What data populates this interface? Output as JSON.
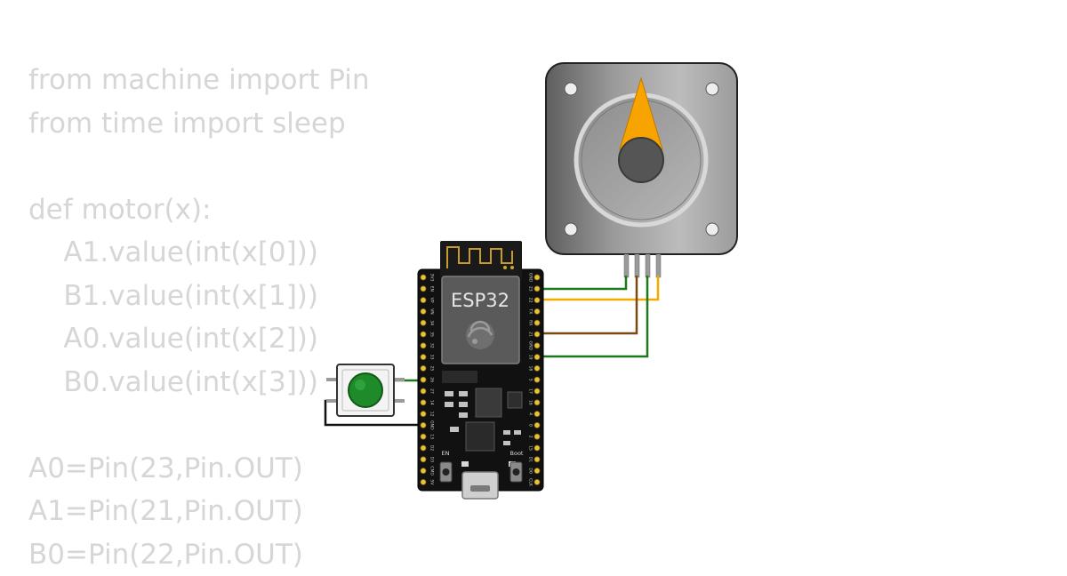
{
  "code_lines": [
    "from machine import Pin",
    "from time import sleep",
    "",
    "def motor(x):",
    "    A1.value(int(x[0]))",
    "    B1.value(int(x[1]))",
    "    A0.value(int(x[2]))",
    "    B0.value(int(x[3]))",
    "",
    "A0=Pin(23,Pin.OUT)",
    "A1=Pin(21,Pin.OUT)",
    "B0=Pin(22,Pin.OUT)"
  ],
  "board": {
    "label": "ESP32",
    "en_label": "EN",
    "boot_label": "Boot",
    "left_pins": [
      "3V3",
      "EN",
      "VP",
      "VN",
      "34",
      "35",
      "32",
      "33",
      "25",
      "26",
      "27",
      "14",
      "12",
      "GND",
      "13",
      "D2",
      "D3",
      "CMD",
      "5V"
    ],
    "right_pins": [
      "GND",
      "23",
      "22",
      "TX",
      "RX",
      "21",
      "GND",
      "19",
      "18",
      "5",
      "17",
      "16",
      "4",
      "0",
      "2",
      "15",
      "D1",
      "D0",
      "CLK"
    ]
  },
  "wires": [
    {
      "name": "wire-pin23",
      "color": "#1a7a1a"
    },
    {
      "name": "wire-pin22",
      "color": "#f2a900"
    },
    {
      "name": "wire-pin21",
      "color": "#7a4a12"
    },
    {
      "name": "wire-pin19",
      "color": "#1a7a1a"
    },
    {
      "name": "wire-button-pin25",
      "color": "#1a7a1a"
    },
    {
      "name": "wire-button-gnd",
      "color": "#111111"
    }
  ],
  "stepper_motor": {
    "body_color": "#8a8a8a",
    "pointer_color": "#f7a400"
  },
  "push_button": {
    "cap_color": "#1e8a2a"
  }
}
